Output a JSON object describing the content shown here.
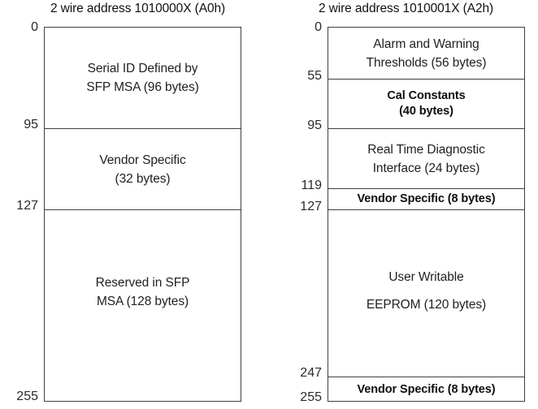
{
  "diagram": {
    "title": "SFP two-wire address memory map",
    "line_color": "#3f3f3f",
    "text_color": "#1a1a1a",
    "background": "#ffffff"
  },
  "columns": [
    {
      "id": "a0h",
      "title": "2 wire address 1010000X (A0h)",
      "address_labels": [
        {
          "value": "0",
          "byte": 0
        },
        {
          "value": "95",
          "byte": 95
        },
        {
          "value": "127",
          "byte": 127
        },
        {
          "value": "255",
          "byte": 255
        }
      ],
      "regions": [
        {
          "name": "serial-id",
          "lines": [
            "Serial ID Defined by",
            "SFP MSA (96 bytes)"
          ],
          "start": 0,
          "end": 95,
          "size_bytes": 96,
          "bold": false
        },
        {
          "name": "vendor-specific",
          "lines": [
            "Vendor Specific",
            "(32 bytes)"
          ],
          "start": 96,
          "end": 127,
          "size_bytes": 32,
          "bold": false
        },
        {
          "name": "reserved",
          "lines": [
            "Reserved in SFP",
            "MSA (128 bytes)"
          ],
          "start": 128,
          "end": 255,
          "size_bytes": 128,
          "bold": false
        }
      ]
    },
    {
      "id": "a2h",
      "title": "2 wire address 1010001X (A2h)",
      "address_labels": [
        {
          "value": "0",
          "byte": 0
        },
        {
          "value": "55",
          "byte": 55
        },
        {
          "value": "95",
          "byte": 95
        },
        {
          "value": "119",
          "byte": 119
        },
        {
          "value": "127",
          "byte": 127
        },
        {
          "value": "247",
          "byte": 247
        },
        {
          "value": "255",
          "byte": 255
        }
      ],
      "regions": [
        {
          "name": "alarm-warning-thresholds",
          "lines": [
            "Alarm and Warning",
            "Thresholds (56 bytes)"
          ],
          "start": 0,
          "end": 55,
          "size_bytes": 56,
          "bold": false
        },
        {
          "name": "cal-constants",
          "lines": [
            "Cal Constants",
            "(40 bytes)"
          ],
          "start": 56,
          "end": 95,
          "size_bytes": 40,
          "bold": true
        },
        {
          "name": "real-time-diagnostic-interface",
          "lines": [
            "Real Time Diagnostic",
            "Interface (24 bytes)"
          ],
          "start": 96,
          "end": 119,
          "size_bytes": 24,
          "bold": false
        },
        {
          "name": "vendor-specific-upper",
          "lines": [
            "Vendor Specific (8 bytes)"
          ],
          "start": 120,
          "end": 127,
          "size_bytes": 8,
          "bold": true
        },
        {
          "name": "user-writable-eeprom",
          "lines": [
            "User Writable",
            "EEPROM (120 bytes)"
          ],
          "start": 128,
          "end": 247,
          "size_bytes": 120,
          "bold": false
        },
        {
          "name": "vendor-specific-lower",
          "lines": [
            "Vendor Specific (8 bytes)"
          ],
          "start": 248,
          "end": 255,
          "size_bytes": 8,
          "bold": true
        }
      ]
    }
  ]
}
